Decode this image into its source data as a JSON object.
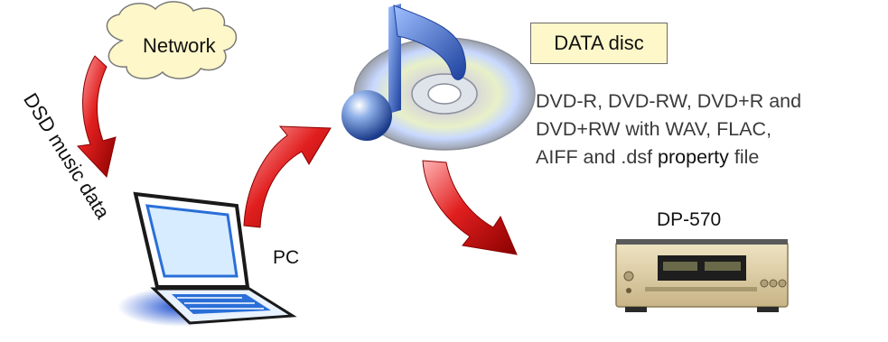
{
  "cloud": {
    "label": "Network"
  },
  "source": {
    "label": "DSD music data"
  },
  "pc": {
    "label": "PC"
  },
  "disc": {
    "title": "DATA disc",
    "description": {
      "line1": "DVD-R, DVD-RW, DVD+R and",
      "line2": "DVD+RW with WAV, FLAC,",
      "line3_pre": "AIFF and .dsf ",
      "line3_bold": "property",
      "line3_post": " file"
    }
  },
  "player": {
    "model": "DP-570"
  },
  "colors": {
    "cloud_fill": "#fdf7c9",
    "arrow_red": "#cc1010",
    "box_fill": "#fdf7c9",
    "laptop_blue": "#2a6fd8",
    "player_gold": "#d8c9a3"
  },
  "icons": [
    "cloud-icon",
    "laptop-icon",
    "music-note-disc-icon",
    "cd-player-icon",
    "curved-arrow-icon"
  ]
}
